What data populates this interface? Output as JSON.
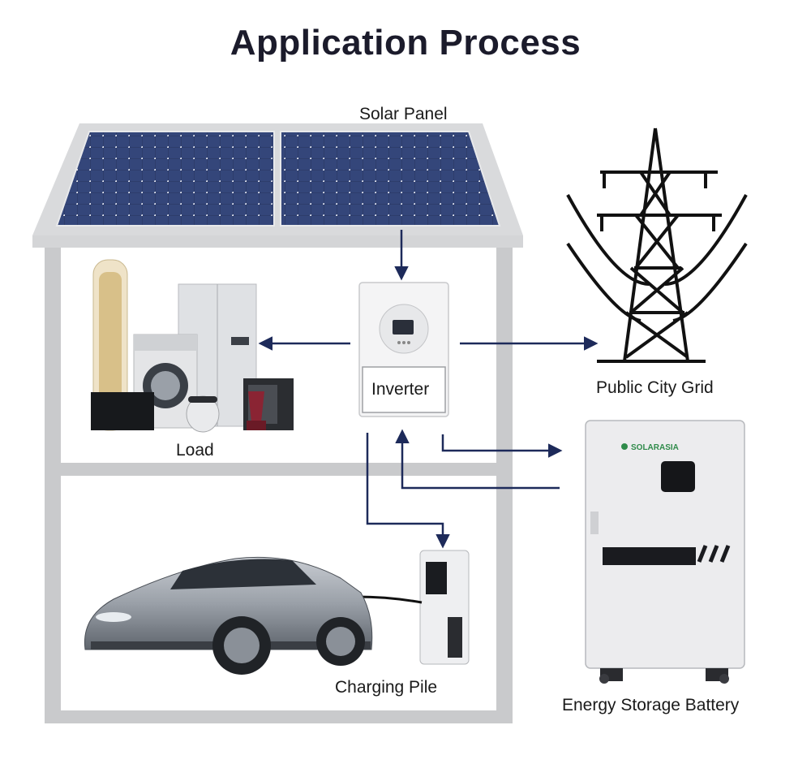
{
  "page": {
    "title": "Application Process"
  },
  "labels": {
    "solar_panel": "Solar Panel",
    "inverter": "Inverter",
    "load": "Load",
    "grid": "Public City Grid",
    "charging_pile": "Charging Pile",
    "battery": "Energy Storage Battery"
  },
  "battery": {
    "brand": "SOLARASIA"
  },
  "colors": {
    "arrow": "#1d2a5a",
    "house": "#c9cacc",
    "panel": "#2b3a66",
    "text": "#1a1a1a"
  }
}
